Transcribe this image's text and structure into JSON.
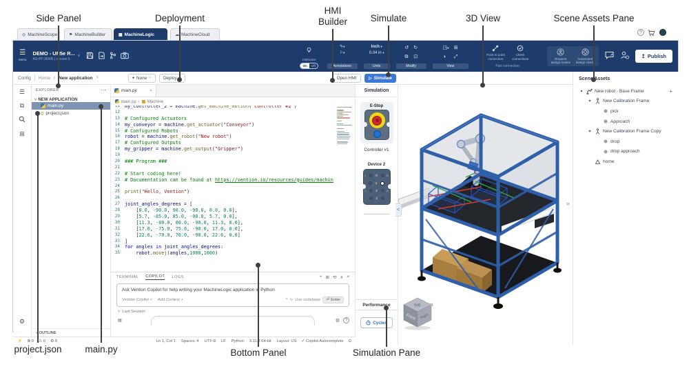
{
  "colors": {
    "navy": "#1d3c6b",
    "accent_blue": "#3b78d8",
    "estop_yellow": "#f3d516",
    "estop_red": "#cf2b2b",
    "frame_blue": "#2e5fa9",
    "selection_row": "#7d95b3"
  },
  "callouts": {
    "side_panel": "Side Panel",
    "deployment": "Deployment",
    "hmi": "HMI\nBuilder",
    "simulate": "Simulate",
    "view_3d": "3D View",
    "scene_assets": "Scene Assets Pane",
    "project_json": "project.json",
    "main_py": "main.py",
    "bottom_panel": "Bottom Panel",
    "simulation_pane": "Simulation  Pane"
  },
  "glyphs": {
    "menu": "☰",
    "caret": "▾",
    "chev": "˅",
    "ellipsis": "⋯",
    "undo": "↺",
    "redo": "↻",
    "dup": "⧉",
    "box": "⊡",
    "cube": "◳",
    "grid4": "⊞",
    "half": "◑",
    "expand": "⤢",
    "pencil": "✎",
    "flag": "⚐",
    "plus": "+",
    "close": "×",
    "history": "⟲",
    "up": "∧",
    "collapse_left": "<",
    "collapse_right": "»",
    "gear": "⚙",
    "scope": "◎",
    "builder_flag": "⚑",
    "logic_sq": "▦",
    "cloud": "☁",
    "play": "▷",
    "dot": "●",
    "check": "✓",
    "enter": "⏎",
    "publish_up": "↥",
    "error": "⊗",
    "warn": "⚠",
    "bolt": "⚡",
    "bell": "Ω",
    "wave": "∿",
    "caret_up": "^",
    "outline_caret": "›",
    "help": "?",
    "brace": "{}",
    "tree_caret": "▾",
    "keyboard": "▤",
    "slash": "/",
    "times": "×"
  },
  "product_tabs": {
    "t1": "MachineScope",
    "t2": "MachineBuilder",
    "t3": "MachineLogic",
    "t4": "MachineCloud"
  },
  "toolbar": {
    "menu": "Menu",
    "title": "DEMO - UR5e R...",
    "subtitle": "AS-PP-364/B | version 6",
    "instructor": "Instructor",
    "on": "On",
    "off": "Off",
    "g_annotations": "Annotations",
    "g_units": "Units",
    "g_modify": "Modify",
    "g_view": "View",
    "g_part": "Part connection",
    "unit1": "Inch",
    "unit2": "0.04 in",
    "p2p": "Point to point\nconnection",
    "check_conn": "Check\nconnections",
    "review": "Request\ndesign review",
    "autocheck": "Automated\ndesign check",
    "publish": "Publish"
  },
  "nav": {
    "config": "Config",
    "home": "Home",
    "sep": "/",
    "app": "New application",
    "none": "None",
    "deploy": "Deploy",
    "open_hmi": "Open HMI",
    "simulate": "Simulate"
  },
  "explorer": {
    "title": "EXPLORER",
    "section": "NEW APPLICATION",
    "file_main": "main.py",
    "file_project": "project.json",
    "outline": "OUTLINE"
  },
  "editor": {
    "tab": "main.py",
    "bc1": "main.py",
    "bc2": "Machine",
    "lines": [
      {
        "n": 11,
        "s": [
          [
            "v",
            "my_controller_2"
          ],
          [
            "p",
            " = "
          ],
          [
            "v",
            "machine"
          ],
          [
            "p",
            "."
          ],
          [
            "f",
            "get_machine_motion"
          ],
          [
            "p",
            "("
          ],
          [
            "s",
            "\"Controller #2\""
          ],
          [
            "p",
            ")"
          ]
        ]
      },
      {
        "n": 12,
        "s": []
      },
      {
        "n": 13,
        "s": [
          [
            "c",
            "# Configured Actuators"
          ]
        ]
      },
      {
        "n": 14,
        "s": [
          [
            "v",
            "my_conveyor"
          ],
          [
            "p",
            " = "
          ],
          [
            "v",
            "machine"
          ],
          [
            "p",
            "."
          ],
          [
            "f",
            "get_actuator"
          ],
          [
            "p",
            "("
          ],
          [
            "s",
            "\"Conveyor\""
          ],
          [
            "p",
            ")"
          ]
        ]
      },
      {
        "n": 15,
        "s": [
          [
            "c",
            "# Configured Robots"
          ]
        ]
      },
      {
        "n": 16,
        "s": [
          [
            "v",
            "robot"
          ],
          [
            "p",
            " = "
          ],
          [
            "v",
            "machine"
          ],
          [
            "p",
            "."
          ],
          [
            "f",
            "get_robot"
          ],
          [
            "p",
            "("
          ],
          [
            "s",
            "\"New robot\""
          ],
          [
            "p",
            ")"
          ]
        ]
      },
      {
        "n": 17,
        "s": [
          [
            "c",
            "# Configured Outputs"
          ]
        ]
      },
      {
        "n": 18,
        "s": [
          [
            "v",
            "my_gripper"
          ],
          [
            "p",
            " = "
          ],
          [
            "v",
            "machine"
          ],
          [
            "p",
            "."
          ],
          [
            "f",
            "get_output"
          ],
          [
            "p",
            "("
          ],
          [
            "s",
            "\"Gripper\""
          ],
          [
            "p",
            ")"
          ]
        ]
      },
      {
        "n": 19,
        "s": []
      },
      {
        "n": 20,
        "s": [
          [
            "c",
            "### Program ###"
          ]
        ]
      },
      {
        "n": 21,
        "s": []
      },
      {
        "n": 22,
        "s": [
          [
            "c",
            "# Start coding here!"
          ]
        ]
      },
      {
        "n": 23,
        "s": [
          [
            "c",
            "# Documentation can be found at "
          ],
          [
            "u",
            "https://vention.io/resources/guides/machin"
          ]
        ]
      },
      {
        "n": 24,
        "s": []
      },
      {
        "n": 25,
        "s": [
          [
            "f",
            "print"
          ],
          [
            "p",
            "("
          ],
          [
            "s",
            "\"Hello, Vention\""
          ],
          [
            "p",
            ")"
          ]
        ]
      },
      {
        "n": 26,
        "s": []
      },
      {
        "n": 27,
        "s": [
          [
            "v",
            "joint_angles_degrees"
          ],
          [
            "p",
            " = ["
          ]
        ]
      },
      {
        "n": 28,
        "s": [
          [
            "p",
            "    ["
          ],
          [
            "n",
            "0.0"
          ],
          [
            "p",
            ", "
          ],
          [
            "n",
            "-90.0"
          ],
          [
            "p",
            ", "
          ],
          [
            "n",
            "90.0"
          ],
          [
            "p",
            ", "
          ],
          [
            "n",
            "-90.0"
          ],
          [
            "p",
            ", "
          ],
          [
            "n",
            "0.0"
          ],
          [
            "p",
            ", "
          ],
          [
            "n",
            "0.0"
          ],
          [
            "p",
            "],"
          ]
        ]
      },
      {
        "n": 29,
        "s": [
          [
            "p",
            "    ["
          ],
          [
            "n",
            "5.7"
          ],
          [
            "p",
            ", "
          ],
          [
            "n",
            "-85.0"
          ],
          [
            "p",
            ", "
          ],
          [
            "n",
            "85.0"
          ],
          [
            "p",
            ", "
          ],
          [
            "n",
            "-90.0"
          ],
          [
            "p",
            ", "
          ],
          [
            "n",
            "5.7"
          ],
          [
            "p",
            ", "
          ],
          [
            "n",
            "0.0"
          ],
          [
            "p",
            "],"
          ]
        ]
      },
      {
        "n": 30,
        "s": [
          [
            "p",
            "    ["
          ],
          [
            "n",
            "11.3"
          ],
          [
            "p",
            ", "
          ],
          [
            "n",
            "-80.0"
          ],
          [
            "p",
            ", "
          ],
          [
            "n",
            "80.0"
          ],
          [
            "p",
            ", "
          ],
          [
            "n",
            "-90.0"
          ],
          [
            "p",
            ", "
          ],
          [
            "n",
            "11.3"
          ],
          [
            "p",
            ", "
          ],
          [
            "n",
            "0.0"
          ],
          [
            "p",
            "],"
          ]
        ]
      },
      {
        "n": 31,
        "s": [
          [
            "p",
            "    ["
          ],
          [
            "n",
            "17.0"
          ],
          [
            "p",
            ", "
          ],
          [
            "n",
            "-75.0"
          ],
          [
            "p",
            ", "
          ],
          [
            "n",
            "75.0"
          ],
          [
            "p",
            ", "
          ],
          [
            "n",
            "-90.0"
          ],
          [
            "p",
            ", "
          ],
          [
            "n",
            "17.0"
          ],
          [
            "p",
            ", "
          ],
          [
            "n",
            "0.0"
          ],
          [
            "p",
            "],"
          ]
        ]
      },
      {
        "n": 32,
        "s": [
          [
            "p",
            "    ["
          ],
          [
            "n",
            "22.6"
          ],
          [
            "p",
            ", "
          ],
          [
            "n",
            "-70.0"
          ],
          [
            "p",
            ", "
          ],
          [
            "n",
            "70.0"
          ],
          [
            "p",
            ", "
          ],
          [
            "n",
            "-90.0"
          ],
          [
            "p",
            ", "
          ],
          [
            "n",
            "22.6"
          ],
          [
            "p",
            ", "
          ],
          [
            "n",
            "0.0"
          ],
          [
            "p",
            "]"
          ]
        ]
      },
      {
        "n": 33,
        "s": [
          [
            "p",
            "]"
          ]
        ]
      },
      {
        "n": 34,
        "s": [
          [
            "k",
            "for"
          ],
          [
            "p",
            " "
          ],
          [
            "v",
            "angles"
          ],
          [
            "p",
            " "
          ],
          [
            "k",
            "in"
          ],
          [
            "p",
            " "
          ],
          [
            "v",
            "joint_angles_degrees"
          ],
          [
            "p",
            ":"
          ]
        ]
      },
      {
        "n": 35,
        "s": [
          [
            "p",
            "    "
          ],
          [
            "v",
            "robot"
          ],
          [
            "p",
            "."
          ],
          [
            "f",
            "movej"
          ],
          [
            "p",
            "("
          ],
          [
            "v",
            "angles"
          ],
          [
            "p",
            ","
          ],
          [
            "n",
            "1000"
          ],
          [
            "p",
            ","
          ],
          [
            "n",
            "1000"
          ],
          [
            "p",
            ")"
          ]
        ]
      }
    ]
  },
  "bottom_panel": {
    "tab_terminal": "TERMINAL",
    "tab_copilot": "COPILOT",
    "tab_logs": "LOGS",
    "prompt": "Ask Vention Copilot for help writing your MachineLogic application in Python",
    "model": "Vention Copilot",
    "add_context": "Add Context",
    "use_codebase": "Use codebase",
    "enter": "Enter",
    "last_session": "Last Session"
  },
  "status": {
    "errors": "0",
    "warnings": "0",
    "extra": "0",
    "items": [
      "Ln 1, Col 1",
      "Spaces: 4",
      "UTF-8",
      "LF",
      "Python",
      "3.11.2 64-bit",
      "Layout: US"
    ],
    "autocomplete": "Copilot Autocomplete"
  },
  "simulation": {
    "title": "Simulation",
    "estop": "E-Stop",
    "controller": "Controller #1",
    "device": "Device 2",
    "performance": "Performance",
    "cycles": "Cycles",
    "d0": "0",
    "d1": "1",
    "d2": "2",
    "d3": "3",
    "i": "i",
    "o": "o"
  },
  "scene": {
    "title": "Scene Assets",
    "tree": [
      {
        "label": "New robot - Base Frame",
        "icon": "robot",
        "indent": 0,
        "caret": true,
        "plus": true
      },
      {
        "label": "New Calibration Frame",
        "icon": "frame",
        "indent": 1,
        "caret": true
      },
      {
        "label": "pick",
        "icon": "dot",
        "indent": 2
      },
      {
        "label": "Approach",
        "icon": "dot",
        "indent": 2
      },
      {
        "label": "New Calibration Frame Copy",
        "icon": "frame",
        "indent": 1,
        "caret": true
      },
      {
        "label": "drop",
        "icon": "dot",
        "indent": 2
      },
      {
        "label": "drop approach",
        "icon": "dot",
        "indent": 2
      },
      {
        "label": "home",
        "icon": "home",
        "indent": 1
      }
    ]
  },
  "cube": {
    "top": "Top",
    "front": "Front",
    "right": "Right"
  }
}
